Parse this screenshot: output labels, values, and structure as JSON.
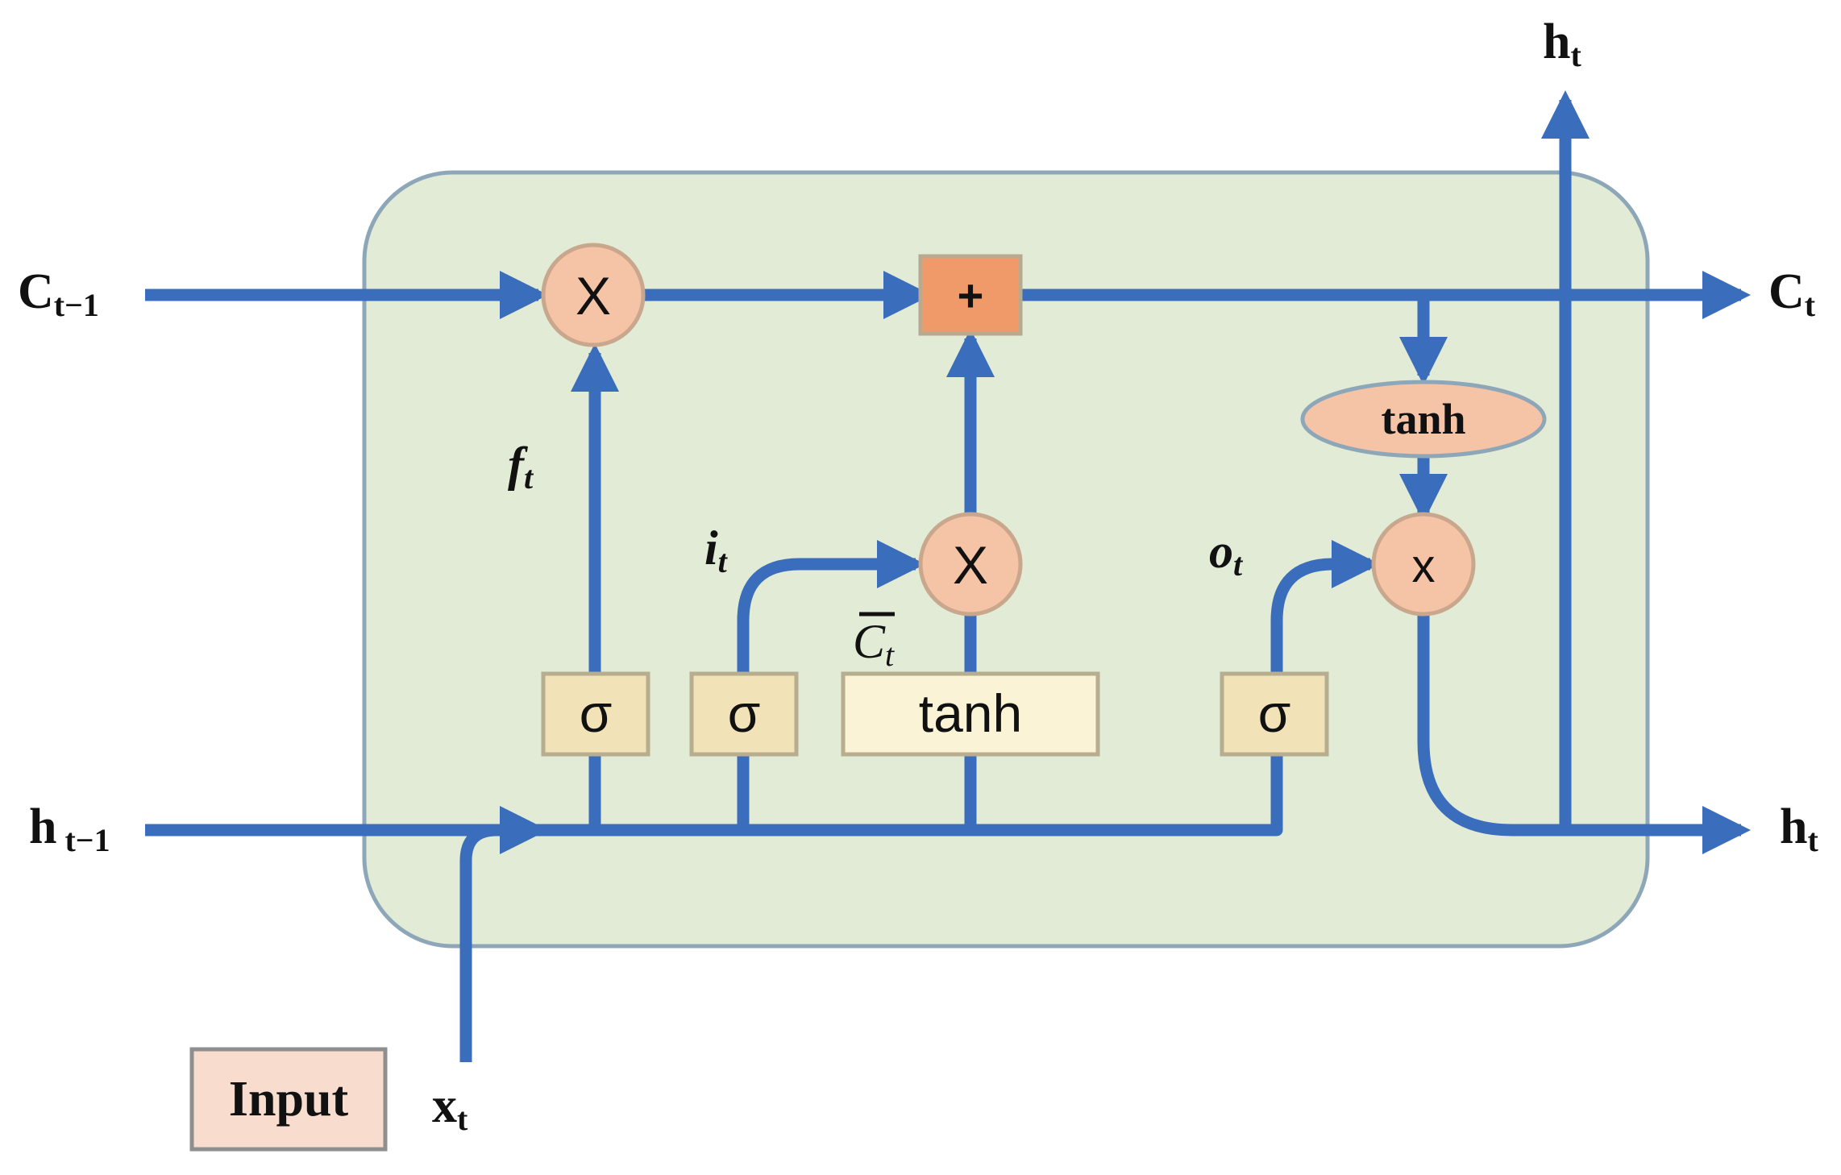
{
  "colors": {
    "wire": "#3b6dbd",
    "cell_fill": "#e1ebd5",
    "cell_stroke": "#8ea7b8",
    "op_fill": "#f5c3a6",
    "op_stroke": "#c8a78c",
    "add_fill": "#f09a6a",
    "gate_fill": "#f1e2b7",
    "gate_stroke": "#b7ad8f",
    "input_fill": "#f8dccd"
  },
  "labels": {
    "c_prev": {
      "main": "C",
      "sub": "t−1"
    },
    "c_next": {
      "main": "C",
      "sub": "t"
    },
    "h_prev": {
      "main": "h",
      "sub": "t−1"
    },
    "h_next": {
      "main": "h",
      "sub": "t"
    },
    "h_top": {
      "main": "h",
      "sub": "t"
    },
    "x_in": {
      "main": "x",
      "sub": "t"
    },
    "f_gate": {
      "main": "f",
      "sub": "t"
    },
    "i_gate": {
      "main": "i",
      "sub": "t"
    },
    "o_gate": {
      "main": "o",
      "sub": "t"
    },
    "c_tilde": {
      "main": "C",
      "sub": "t"
    }
  },
  "ops": {
    "forget_mult": "X",
    "input_mult": "X",
    "output_mult": "x",
    "add": "+"
  },
  "gates": {
    "forget_sigma": "σ",
    "input_sigma": "σ",
    "candidate_tanh": "tanh",
    "output_sigma": "σ",
    "cell_tanh": "tanh"
  },
  "input_box": "Input"
}
